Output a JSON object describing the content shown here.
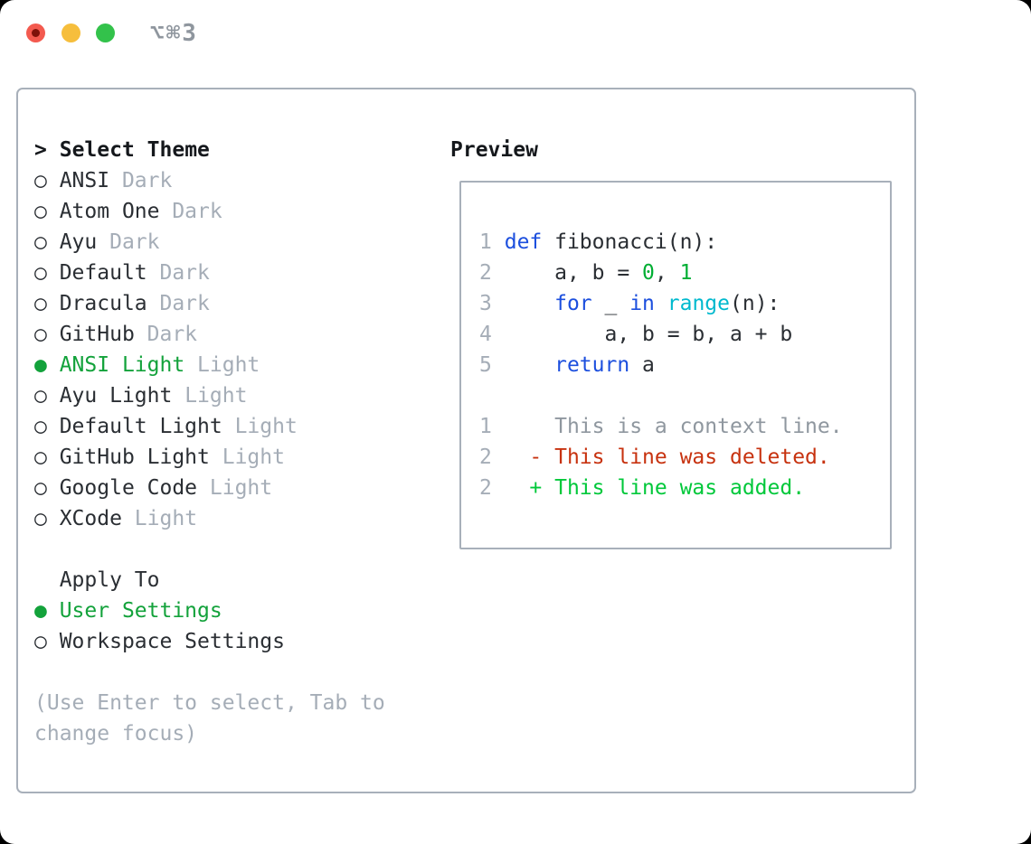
{
  "titlebar": {
    "shortcut_label": "⌥⌘3"
  },
  "colors": {
    "windowBg": "#FFFFFF",
    "fg": "#2A2E33",
    "heading": "#15181C",
    "muted": "#A5ADB7",
    "context": "#8F979F",
    "border": "#A8B0BA",
    "keyword": "#1C4FDE",
    "builtin": "#00B9CE",
    "numlit": "#00AE33",
    "added": "#00C83A",
    "deleted": "#C7320F",
    "selected": "#13A23B",
    "shortcut": "#8F969E",
    "trafficRed": "#F35A4F",
    "trafficRedDot": "#7E120A",
    "trafficYellow": "#F6BE3C",
    "trafficGreen": "#33C24B"
  },
  "theme_list": {
    "header_prefix": ">",
    "header": "Select Theme",
    "items": [
      {
        "name": "ANSI",
        "variant": "Dark",
        "selected": false
      },
      {
        "name": "Atom One",
        "variant": "Dark",
        "selected": false
      },
      {
        "name": "Ayu",
        "variant": "Dark",
        "selected": false
      },
      {
        "name": "Default",
        "variant": "Dark",
        "selected": false
      },
      {
        "name": "Dracula",
        "variant": "Dark",
        "selected": false
      },
      {
        "name": "GitHub",
        "variant": "Dark",
        "selected": false
      },
      {
        "name": "ANSI Light",
        "variant": "Light",
        "selected": true
      },
      {
        "name": "Ayu Light",
        "variant": "Light",
        "selected": false
      },
      {
        "name": "Default Light",
        "variant": "Light",
        "selected": false
      },
      {
        "name": "GitHub Light",
        "variant": "Light",
        "selected": false
      },
      {
        "name": "Google Code",
        "variant": "Light",
        "selected": false
      },
      {
        "name": "XCode",
        "variant": "Light",
        "selected": false
      }
    ]
  },
  "apply_to": {
    "header": "Apply To",
    "options": [
      {
        "label": "User Settings",
        "selected": true
      },
      {
        "label": "Workspace Settings",
        "selected": false
      }
    ]
  },
  "footer_hint_lines": [
    "(Use Enter to select, Tab to",
    "change focus)"
  ],
  "preview": {
    "title": "Preview",
    "rows": [
      {
        "num": "1",
        "segments": [
          {
            "text": "def",
            "color": "keyword"
          },
          {
            "text": " fibonacci(n):",
            "color": "fg"
          }
        ]
      },
      {
        "num": "2",
        "segments": [
          {
            "text": "    a, b = ",
            "color": "fg"
          },
          {
            "text": "0",
            "color": "numlit"
          },
          {
            "text": ", ",
            "color": "fg"
          },
          {
            "text": "1",
            "color": "numlit"
          }
        ]
      },
      {
        "num": "3",
        "segments": [
          {
            "text": "    ",
            "color": "fg"
          },
          {
            "text": "for",
            "color": "keyword"
          },
          {
            "text": " _ ",
            "color": "fg"
          },
          {
            "text": "in",
            "color": "keyword"
          },
          {
            "text": " ",
            "color": "fg"
          },
          {
            "text": "range",
            "color": "builtin"
          },
          {
            "text": "(n):",
            "color": "fg"
          }
        ]
      },
      {
        "num": "4",
        "segments": [
          {
            "text": "        a, b = b, a + b",
            "color": "fg"
          }
        ]
      },
      {
        "num": "5",
        "segments": [
          {
            "text": "    ",
            "color": "fg"
          },
          {
            "text": "return",
            "color": "keyword"
          },
          {
            "text": " a",
            "color": "fg"
          }
        ]
      },
      {
        "num": "",
        "segments": []
      },
      {
        "num": "1",
        "segments": [
          {
            "text": "    This is a context line.",
            "color": "context"
          }
        ]
      },
      {
        "num": "2",
        "segments": [
          {
            "text": "  - This line was deleted.",
            "color": "deleted"
          }
        ]
      },
      {
        "num": "2",
        "segments": [
          {
            "text": "  + This line was added.",
            "color": "added"
          }
        ]
      }
    ]
  }
}
